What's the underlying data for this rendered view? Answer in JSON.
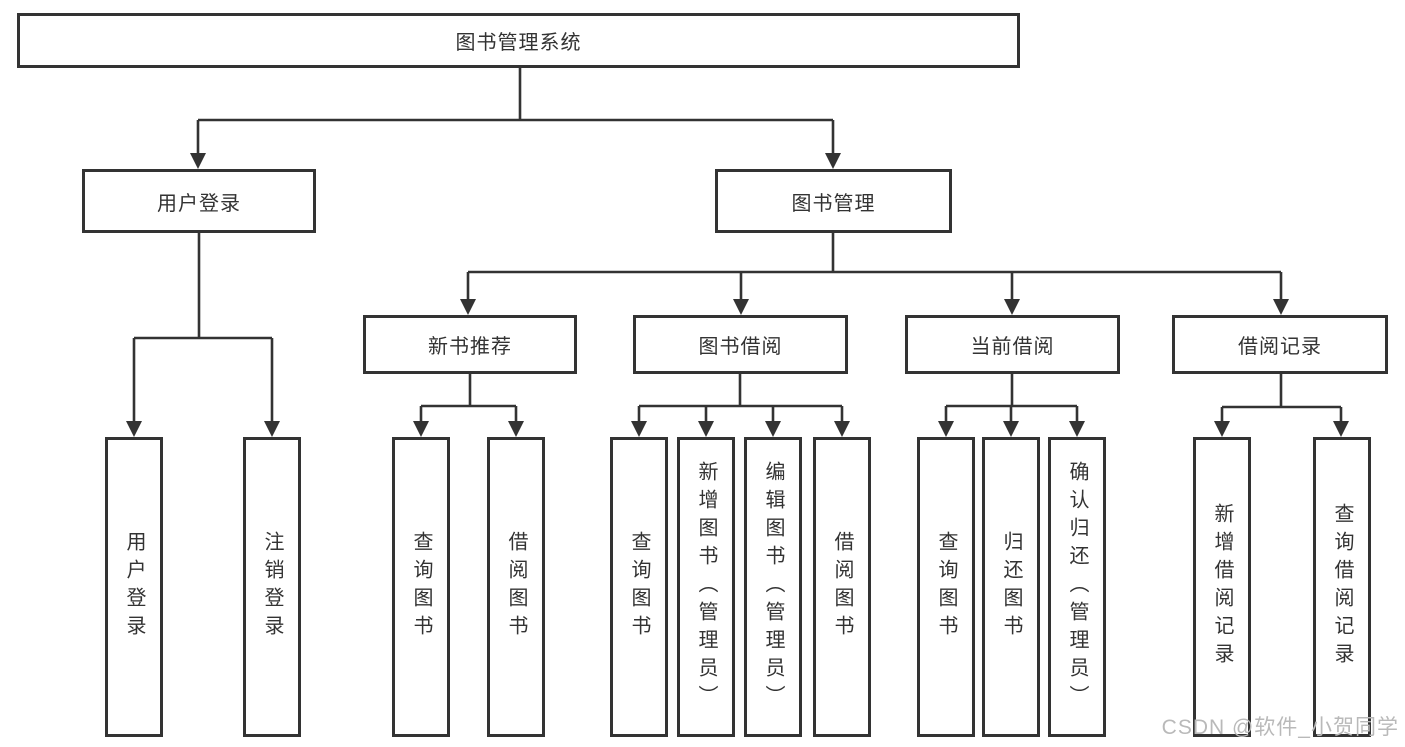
{
  "diagram": {
    "title": "图书管理系统",
    "type": "hierarchy-tree"
  },
  "colors": {
    "line": "#333333",
    "box_border": "#333333",
    "text": "#333333",
    "background": "#ffffff",
    "watermark": "#b9b9b9"
  },
  "nodes": {
    "root": {
      "label": "图书管理系统",
      "parent": null
    },
    "user_login": {
      "label": "用户登录",
      "parent": "root"
    },
    "book_mgmt": {
      "label": "图书管理",
      "parent": "root"
    },
    "new_book_rec": {
      "label": "新书推荐",
      "parent": "book_mgmt"
    },
    "book_borrow": {
      "label": "图书借阅",
      "parent": "book_mgmt"
    },
    "current_borrow": {
      "label": "当前借阅",
      "parent": "book_mgmt"
    },
    "borrow_records": {
      "label": "借阅记录",
      "parent": "book_mgmt"
    },
    "user_login_leaf": {
      "label": "用户登录",
      "parent": "user_login"
    },
    "logout_leaf": {
      "label": "注销登录",
      "parent": "user_login"
    },
    "query_book_1": {
      "label": "查询图书",
      "parent": "new_book_rec"
    },
    "borrow_book_1": {
      "label": "借阅图书",
      "parent": "new_book_rec"
    },
    "query_book_2": {
      "label": "查询图书",
      "parent": "book_borrow"
    },
    "add_book": {
      "label": "新增图书（管理员）",
      "parent": "book_borrow"
    },
    "edit_book": {
      "label": "编辑图书（管理员）",
      "parent": "book_borrow"
    },
    "borrow_book_2": {
      "label": "借阅图书",
      "parent": "book_borrow"
    },
    "query_book_3": {
      "label": "查询图书",
      "parent": "current_borrow"
    },
    "return_book": {
      "label": "归还图书",
      "parent": "current_borrow"
    },
    "confirm_return": {
      "label": "确认归还（管理员）",
      "parent": "current_borrow"
    },
    "add_record": {
      "label": "新增借阅记录",
      "parent": "borrow_records"
    },
    "query_record": {
      "label": "查询借阅记录",
      "parent": "borrow_records"
    }
  },
  "watermark": {
    "text": "CSDN @软件_小贺同学"
  }
}
